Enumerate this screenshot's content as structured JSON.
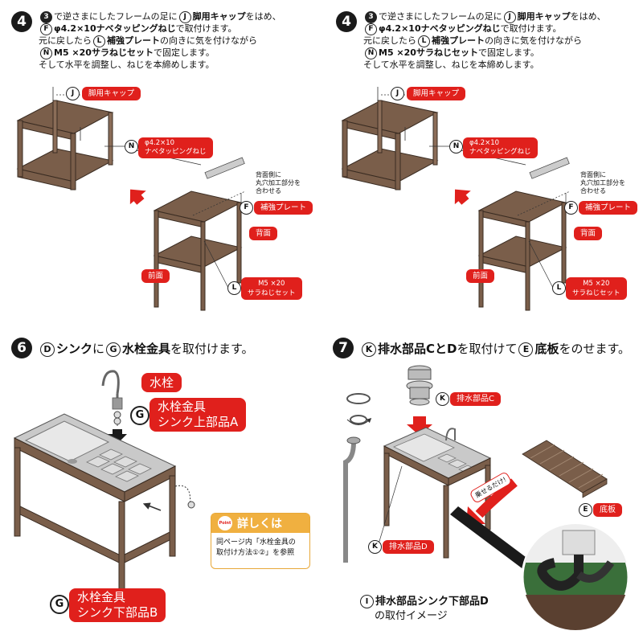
{
  "step4": {
    "number": "4",
    "step_ref": "3",
    "line1_a": "で逆さまにしたフレームの足に",
    "line1_ref": "J",
    "line1_b": "脚用キャップ",
    "line1_c": "をはめ、",
    "line2_ref": "F",
    "line2_a": "φ4.2×10ナベタッピングねじ",
    "line2_b": "で取付けます。",
    "line3_a": "元に戻したら",
    "line3_ref": "L",
    "line3_b": "補強プレート",
    "line3_c": "の向きに気を付けながら",
    "line4_ref": "N",
    "line4_a": "M5 ×20サラねじセット",
    "line4_b": "で固定します。",
    "line5": "そして水平を調整し、ねじを本締めします。",
    "labels": {
      "J_letter": "J",
      "J_name": "脚用キャップ",
      "N_letter": "N",
      "N_name_1": "φ4.2×10",
      "N_name_2": "ナベタッピングねじ",
      "F_letter": "F",
      "F_name": "補強プレート",
      "L_letter": "L",
      "L_name_1": "M5 ×20",
      "L_name_2": "サラねじセット",
      "back_note_1": "背面側に",
      "back_note_2": "丸穴加工部分を",
      "back_note_3": "合わせる",
      "back": "背面",
      "front": "前面"
    }
  },
  "step6": {
    "number": "6",
    "ref_D": "D",
    "text_a": "シンク",
    "text_b": "に",
    "ref_G": "G",
    "text_c": "水栓金具",
    "text_d": "を取付けます。",
    "faucet_label": "水栓",
    "G_letter": "G",
    "G_upper_1": "水栓金具",
    "G_upper_2": "シンク上部品A",
    "G_lower_1": "水栓金具",
    "G_lower_2": "シンク下部品B",
    "detail_title": "詳しくは",
    "detail_point": "Point",
    "detail_text_1": "同ページ内「水栓金具の",
    "detail_text_2": "取付け方法①②」を参照"
  },
  "step7": {
    "number": "7",
    "ref_K": "K",
    "text_a": "排水部品CとD",
    "text_b": "を取付けて",
    "ref_E": "E",
    "text_c": "底板",
    "text_d": "をのせます。",
    "K_letter": "K",
    "K_C_name": "排水部品C",
    "K_D_name": "排水部品D",
    "E_letter": "E",
    "E_name": "底板",
    "arrow_text": "乗せるだけ!",
    "caption_ref": "I",
    "caption_1": "排水部品シンク下部品D",
    "caption_2": "の取付イメージ"
  },
  "colors": {
    "accent": "#e0201c",
    "wood": "#7a5e4a",
    "dark": "#1a1a1a"
  }
}
